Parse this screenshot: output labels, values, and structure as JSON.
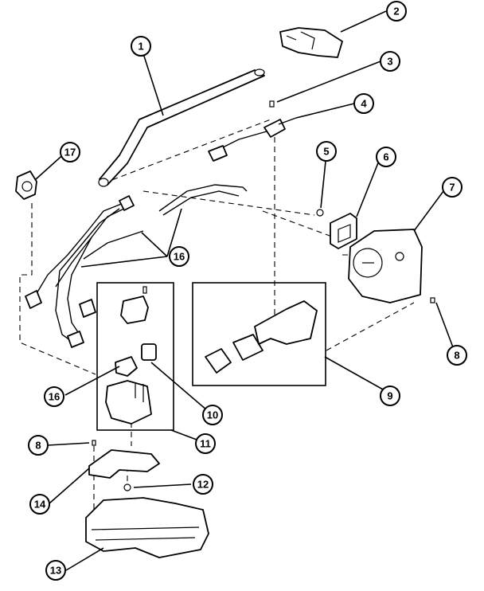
{
  "colors": {
    "ink": "#000000",
    "paper": "#ffffff"
  },
  "callouts": [
    {
      "label": "1"
    },
    {
      "label": "2"
    },
    {
      "label": "3"
    },
    {
      "label": "4"
    },
    {
      "label": "5"
    },
    {
      "label": "6"
    },
    {
      "label": "7"
    },
    {
      "label": "8"
    },
    {
      "label": "9"
    },
    {
      "label": "10"
    },
    {
      "label": "11"
    },
    {
      "label": "12"
    },
    {
      "label": "13"
    },
    {
      "label": "14"
    },
    {
      "label": "16"
    },
    {
      "label": "16"
    },
    {
      "label": "17"
    },
    {
      "label": "8"
    }
  ]
}
